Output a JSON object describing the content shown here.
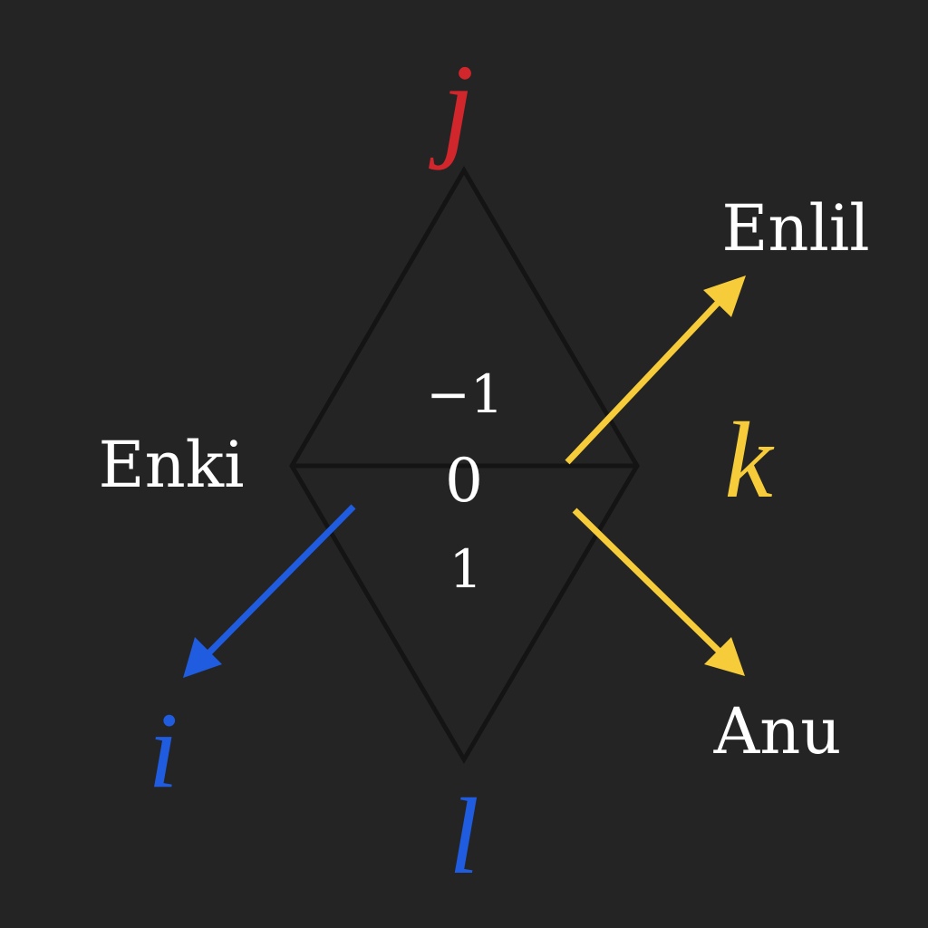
{
  "diagram": {
    "axis_top": "j",
    "axis_right": "k",
    "axis_bottom_left": "i",
    "axis_bottom": "l",
    "god_upper_right": "Enlil",
    "god_left": "Enki",
    "god_lower_right": "Anu",
    "value_top": "−1",
    "value_center": "0",
    "value_bottom": "1"
  },
  "colors": {
    "background": "#242424",
    "outline": "#141414",
    "text": "#ffffff",
    "red": "#d0262c",
    "blue": "#1f5ce0",
    "yellow": "#f6cc3a"
  },
  "icons": {
    "enlil": "arrow-up-right-icon",
    "anu": "arrow-down-right-icon",
    "i": "arrow-down-left-icon"
  }
}
